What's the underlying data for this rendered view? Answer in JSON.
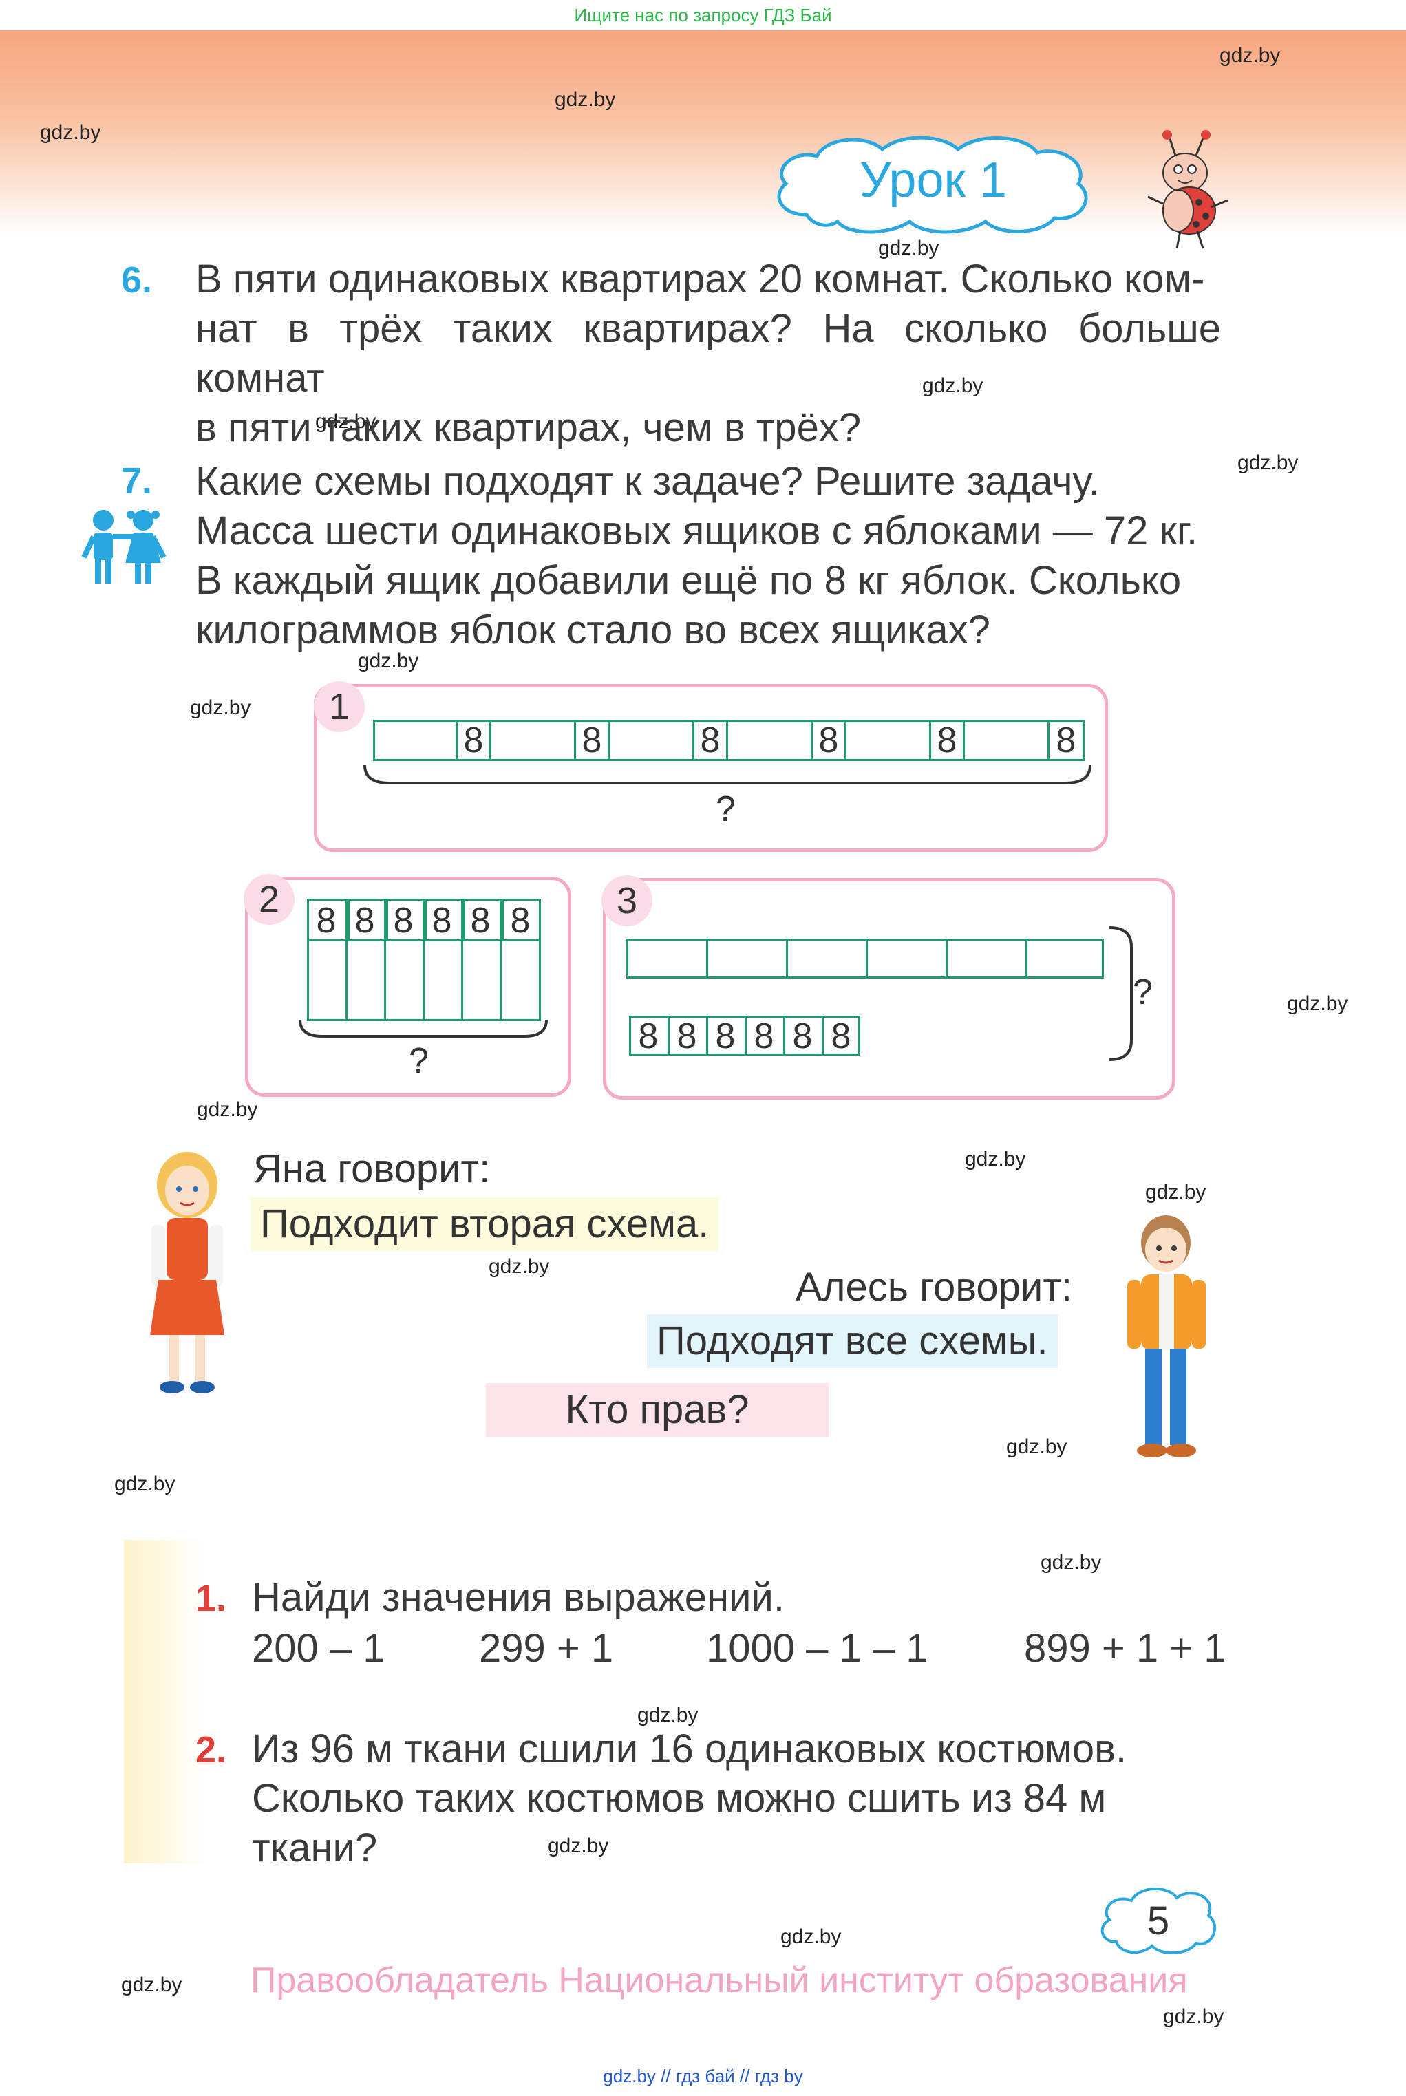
{
  "banner": "Ищите нас по запросу ГДЗ Бай",
  "lesson_title": "Урок 1",
  "watermark": "gdz.by",
  "task6": {
    "number": "6.",
    "lines": [
      "В пяти одинаковых квартирах 20 комнат. Сколько ком-",
      "нат в трёх таких квартирах? На сколько больше комнат",
      "в пяти таких квартирах, чем в трёх?"
    ]
  },
  "task7": {
    "number": "7.",
    "lines": [
      "Какие схемы подходят к задаче? Решите задачу.",
      "Масса шести одинаковых ящиков с яблоками — 72 кг.",
      "В каждый ящик добавили ещё по 8 кг яблок. Сколько",
      "килограммов яблок стало во всех ящиках?"
    ]
  },
  "schemes": {
    "s1_num": "1",
    "s2_num": "2",
    "s3_num": "3",
    "digit": "8",
    "question": "?"
  },
  "dialog": {
    "yana_says": "Яна говорит:",
    "yana_quote": "Подходит вторая схема.",
    "ales_says": "Алесь говорит:",
    "ales_quote": "Подходят все схемы.",
    "who_right": "Кто прав?"
  },
  "hw1": {
    "number": "1.",
    "text": "Найди значения выражений.",
    "expressions": [
      "200 – 1",
      "299 + 1",
      "1000 – 1 – 1",
      "899 + 1 + 1"
    ]
  },
  "hw2": {
    "number": "2.",
    "lines": [
      "Из 96 м ткани сшили 16 одинаковых костюмов.",
      "Сколько таких костюмов можно сшить из 84 м",
      "ткани?"
    ]
  },
  "page_number": "5",
  "rights": "Правообладатель Национальный институт образования",
  "bottom_links": "gdz.by  //  гдз бай  //  гдз by",
  "colors": {
    "accent_blue": "#2aa7df",
    "accent_red": "#e0403a",
    "scheme_border": "#f3aac6",
    "cell_green": "#1f9a6a"
  }
}
